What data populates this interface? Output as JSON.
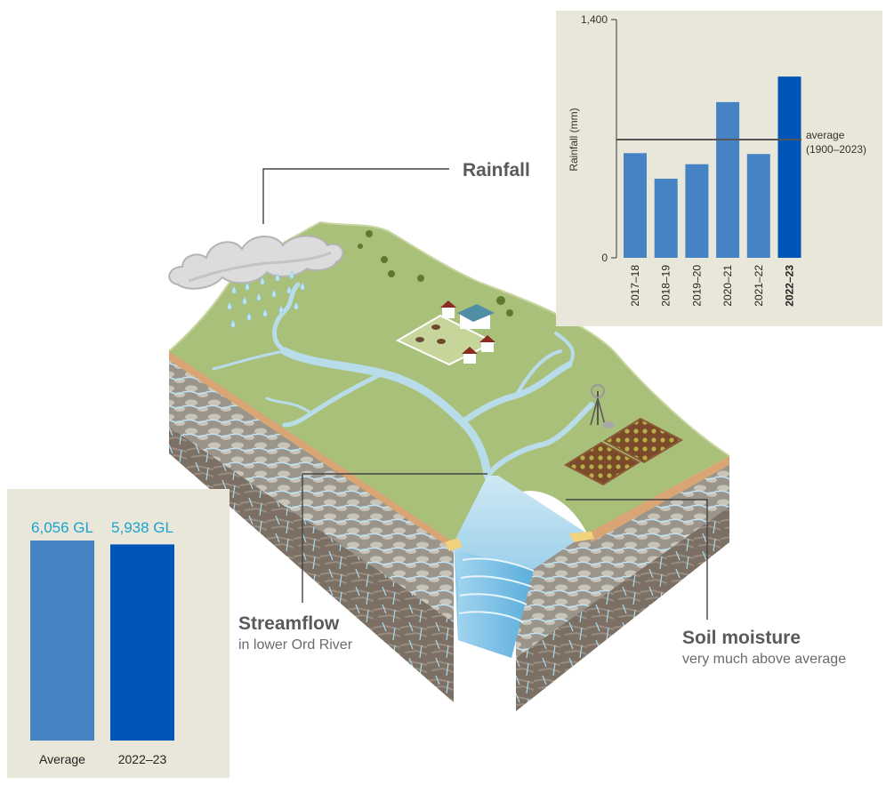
{
  "labels": {
    "rainfall": "Rainfall",
    "streamflow_title": "Streamflow",
    "streamflow_sub": "in lower Ord River",
    "soil_title": "Soil moisture",
    "soil_sub": "very much above average"
  },
  "rainfall_chart": {
    "ylabel": "Rainfall (mm)",
    "y_tick_top": "1,400",
    "y_tick_bottom": "0",
    "avg_label_1": "average",
    "avg_label_2": "(1900–2023)"
  },
  "streamflow_chart": {
    "value_labels": [
      "6,056 GL",
      "5,938 GL"
    ]
  },
  "colors": {
    "bar_blue": "#4583c4",
    "bar_highlight": "#0055b8",
    "panel_bg": "#e8e7d9",
    "value_text": "#1aa3cf"
  },
  "chart_data": [
    {
      "type": "bar",
      "title": "",
      "xlabel": "",
      "ylabel": "Rainfall (mm)",
      "ylim": [
        0,
        1400
      ],
      "categories": [
        "2017–18",
        "2018–19",
        "2019–20",
        "2020–21",
        "2021–22",
        "2022–23"
      ],
      "values": [
        615,
        465,
        550,
        915,
        610,
        1065
      ],
      "highlight": "2022–23",
      "reference_line": {
        "label": "average (1900–2023)",
        "value": 695
      },
      "grid": false
    },
    {
      "type": "bar",
      "title": "",
      "xlabel": "",
      "ylabel": "",
      "categories": [
        "Average",
        "2022–23"
      ],
      "values": [
        6056,
        5938
      ],
      "value_labels": [
        "6,056 GL",
        "5,938 GL"
      ],
      "grid": false
    }
  ]
}
